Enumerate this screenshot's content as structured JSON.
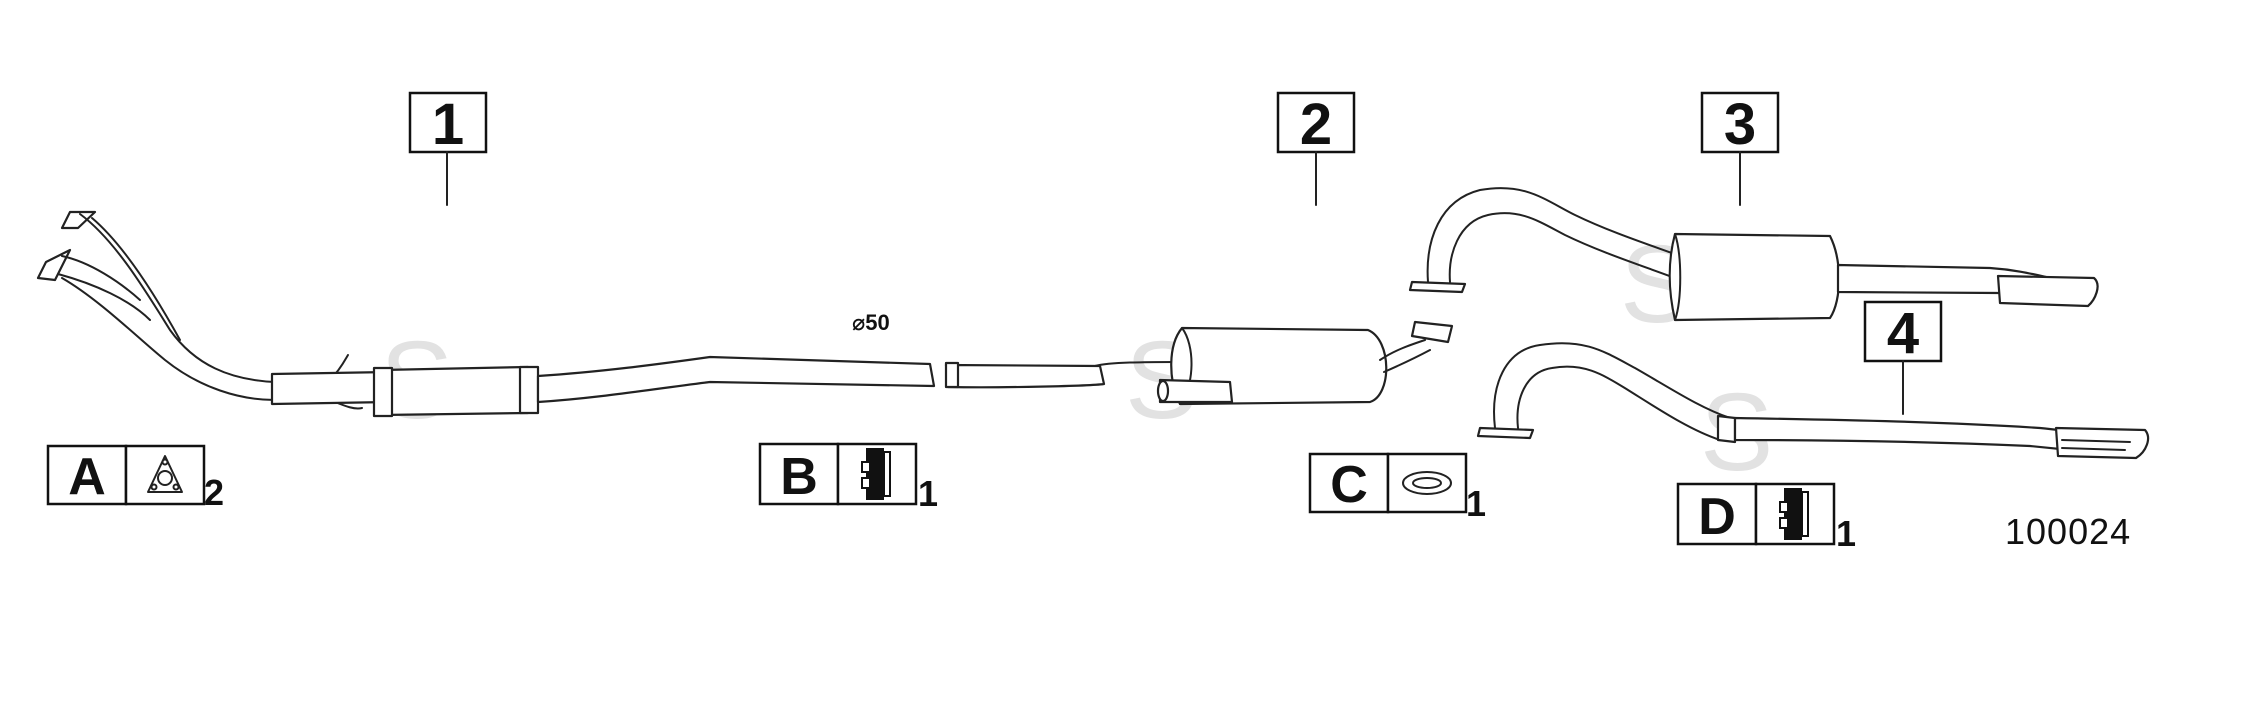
{
  "callouts": [
    {
      "label": "1"
    },
    {
      "label": "2"
    },
    {
      "label": "3"
    },
    {
      "label": "4"
    }
  ],
  "accessories": [
    {
      "letter": "A",
      "icon": "flange-gasket-icon",
      "qty": "2"
    },
    {
      "letter": "B",
      "icon": "clamp-icon",
      "qty": "1"
    },
    {
      "letter": "C",
      "icon": "rubber-ring-icon",
      "qty": "1"
    },
    {
      "letter": "D",
      "icon": "clamp-icon",
      "qty": "1"
    }
  ],
  "dimension": {
    "symbol": "⌀",
    "value": "50"
  },
  "reference_number": "100024",
  "watermark": "S"
}
